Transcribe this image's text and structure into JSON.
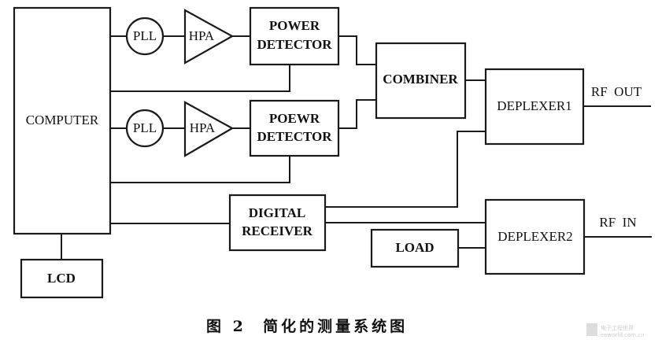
{
  "diagram": {
    "blocks": {
      "computer": "COMPUTER",
      "pll1": "PLL",
      "hpa1": "HPA",
      "power_detector1_line1": "POWER",
      "power_detector1_line2": "DETECTOR",
      "pll2": "PLL",
      "hpa2": "HPA",
      "power_detector2_line1": "POEWR",
      "power_detector2_line2": "DETECTOR",
      "combiner": "COMBINER",
      "deplexer1": "DEPLEXER1",
      "deplexer2": "DEPLEXER2",
      "digital_receiver_line1": "DIGITAL",
      "digital_receiver_line2": "RECEIVER",
      "load": "LOAD",
      "lcd": "LCD"
    },
    "ports": {
      "rf_out": "RF  OUT",
      "rf_in": "RF  IN"
    },
    "caption": "图 2  简化的测量系统图",
    "watermark": {
      "line1": "电子工程世界",
      "line2": "eeworld.com.cn"
    },
    "colors": {
      "line": "#1a1a1a",
      "background": "#ffffff"
    }
  }
}
